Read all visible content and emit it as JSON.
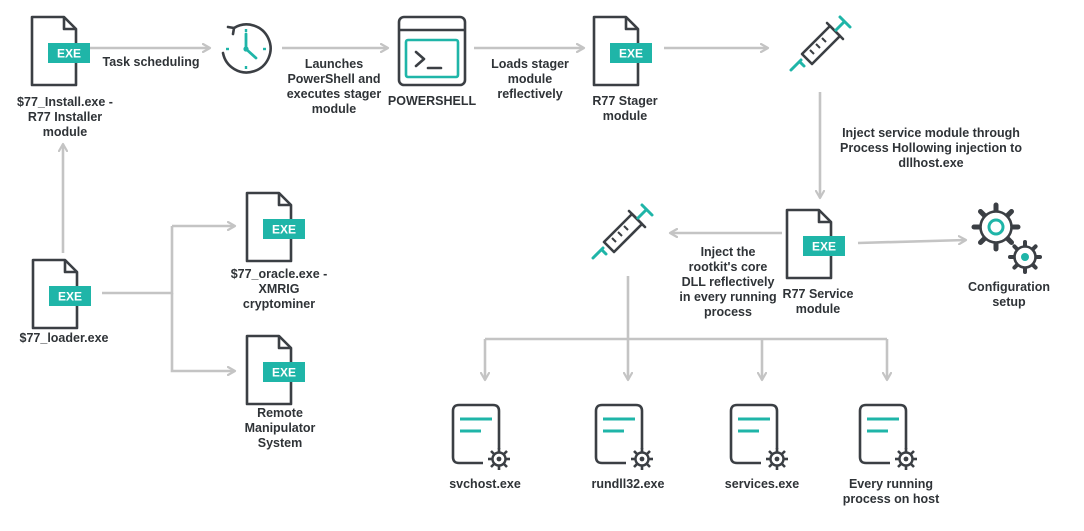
{
  "colors": {
    "accent": "#1fb5a8",
    "icon_stroke": "#3b3f44",
    "arrow": "#c4c4c4",
    "text": "#2f3337"
  },
  "badge_text": "EXE",
  "nodes": {
    "install": "$77_Install.exe -\nR77 Installer\nmodule",
    "clock_icon": "clock-icon",
    "powershell": "POWERSHELL",
    "stager": "R77 Stager\nmodule",
    "loader": "$77_loader.exe",
    "oracle": "$77_oracle.exe -\nXMRIG\ncryptominer",
    "remote": "Remote\nManipulator\nSystem",
    "service": "R77 Service\nmodule",
    "config": "Configuration\nsetup",
    "svchost": "svchost.exe",
    "rundll32": "rundll32.exe",
    "services": "services.exe",
    "every": "Every running\nprocess on host"
  },
  "edges": {
    "task_scheduling": "Task scheduling",
    "launches": "Launches\nPowerShell and\nexecutes stager\nmodule",
    "loads": "Loads stager\nmodule\nreflectively",
    "inject_service": "Inject service module through\nProcess Hollowing injection to\ndllhost.exe",
    "inject_rootkit": "Inject the\nrootkit's core\nDLL reflectively\nin every running\nprocess"
  }
}
